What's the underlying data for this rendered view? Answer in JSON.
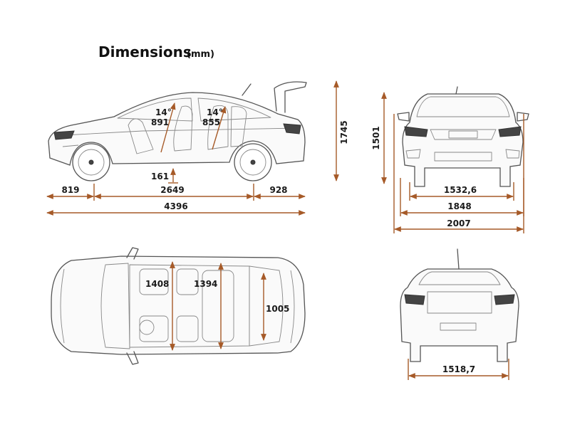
{
  "title": "Dimensions",
  "unit": "(mm)",
  "accent_color": "#a65a28",
  "side_view": {
    "front_overhang": "819",
    "wheelbase": "2649",
    "rear_overhang": "928",
    "overall_length": "4396",
    "height": "1745",
    "ground_clearance": "161",
    "front_seat_angle": "14°",
    "front_headroom": "891",
    "rear_seat_angle": "14°",
    "rear_headroom": "855"
  },
  "front_view": {
    "height": "1501",
    "front_track": "1532,6",
    "width": "1848",
    "width_with_mirrors": "2007"
  },
  "top_view": {
    "front_elbow_width": "1408",
    "rear_elbow_width": "1394",
    "boot_width": "1005"
  },
  "rear_view": {
    "rear_track": "1518,7"
  }
}
